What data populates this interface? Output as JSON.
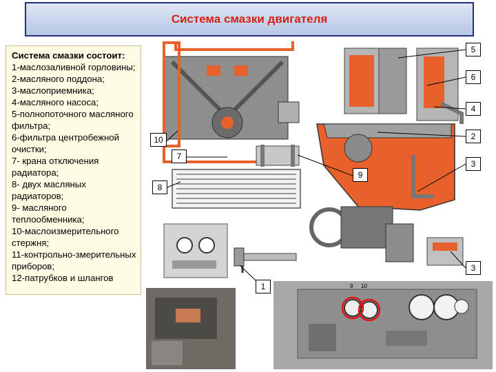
{
  "title": "Система смазки двигателя",
  "description": {
    "heading": "Система смазки состоит:",
    "items": [
      "1-маслозаливной горловины;",
      "2-масляного поддона;",
      "3-маслоприемника;",
      "4-масляного насоса;",
      "5-полнопоточного масляного фильтра;",
      "6-фильтра центробежной очистки;",
      "7- крана отключения радиатора;",
      "8- двух масляных радиаторов;",
      "9- масляного теплообменника;",
      "10-маслоизмерительного стержня;",
      "11-контрольно-змерительных приборов;",
      "12-патрубков и шлангов"
    ]
  },
  "callouts": {
    "c5": "5",
    "c6": "6",
    "c4": "4",
    "c2": "2",
    "c3a": "3",
    "c10": "10",
    "c7": "7",
    "c9": "9",
    "c8": "8",
    "c3b": "3",
    "c1": "1"
  },
  "dash_labels": {
    "gauge_a": "9",
    "gauge_b": "10"
  },
  "colors": {
    "title_text": "#d62010",
    "title_frame": "#1f2f7a",
    "oil": "#e8602a",
    "panel_bg": "#fefce2"
  }
}
